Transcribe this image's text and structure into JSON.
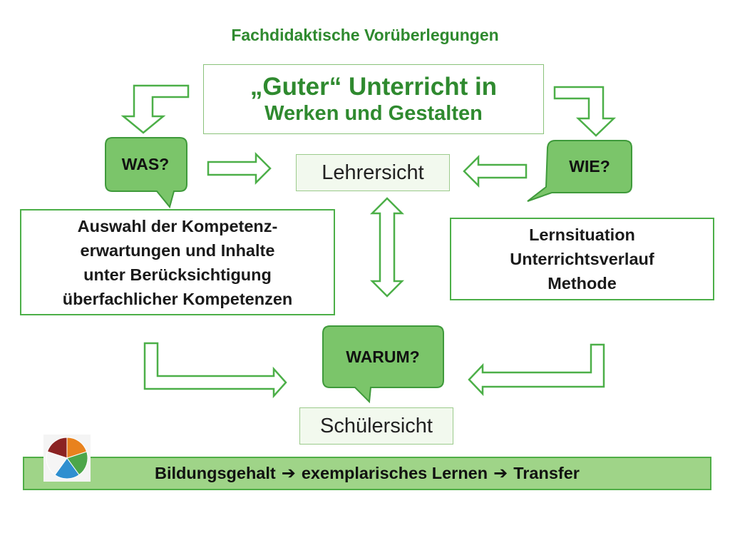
{
  "header": {
    "title": "Fachdidaktische Vorüberlegungen"
  },
  "main_title": {
    "line1": "„Guter“ Unterricht in",
    "line2": "Werken und Gestalten"
  },
  "bubbles": {
    "was": "WAS?",
    "wie": "WIE?",
    "warum": "WARUM?"
  },
  "views": {
    "teacher": "Lehrersicht",
    "student": "Schülersicht"
  },
  "was_box": {
    "line1": "Auswahl der Kompetenz-",
    "line2": "erwartungen und Inhalte",
    "line3": "unter Berücksichtigung",
    "line4": "überfachlicher Kompetenzen"
  },
  "wie_box": {
    "line1": "Lernsituation",
    "line2": "Unterrichtsverlauf",
    "line3": "Methode"
  },
  "bottom_bar": {
    "part1": "Bildungsgehalt",
    "arrow": "➔",
    "part2": "exemplarisches Lernen",
    "part3": "Transfer"
  },
  "logo": {
    "icon": "competence-wheel-icon",
    "segment_colors": [
      "#8b2323",
      "#e8821e",
      "#4ca64a",
      "#2f8fd0",
      "#f5f5f5"
    ]
  },
  "colors": {
    "title_green": "#2f8a2f",
    "bubble_fill": "#7bc56a",
    "bubble_stroke": "#3f9a3b",
    "arrow_stroke": "#4caf48",
    "bar_fill": "#9fd488"
  }
}
